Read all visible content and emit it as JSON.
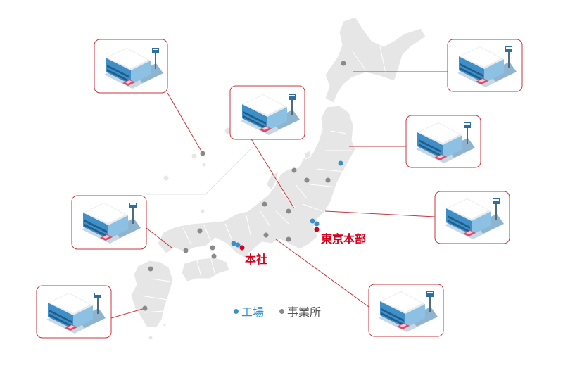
{
  "labels": {
    "headquarters": "本社",
    "tokyo_headquarters": "東京本部"
  },
  "legend": {
    "factory": "工場",
    "office": "事業所"
  },
  "colors": {
    "factory": "#3a8fc8",
    "office": "#8a8a8a",
    "headquarters": "#d6001c",
    "callout_border": "#c8353f",
    "land": "#e6e6e6",
    "prefecture_border": "#ffffff"
  },
  "icons": {
    "building": "office-building-icon"
  }
}
